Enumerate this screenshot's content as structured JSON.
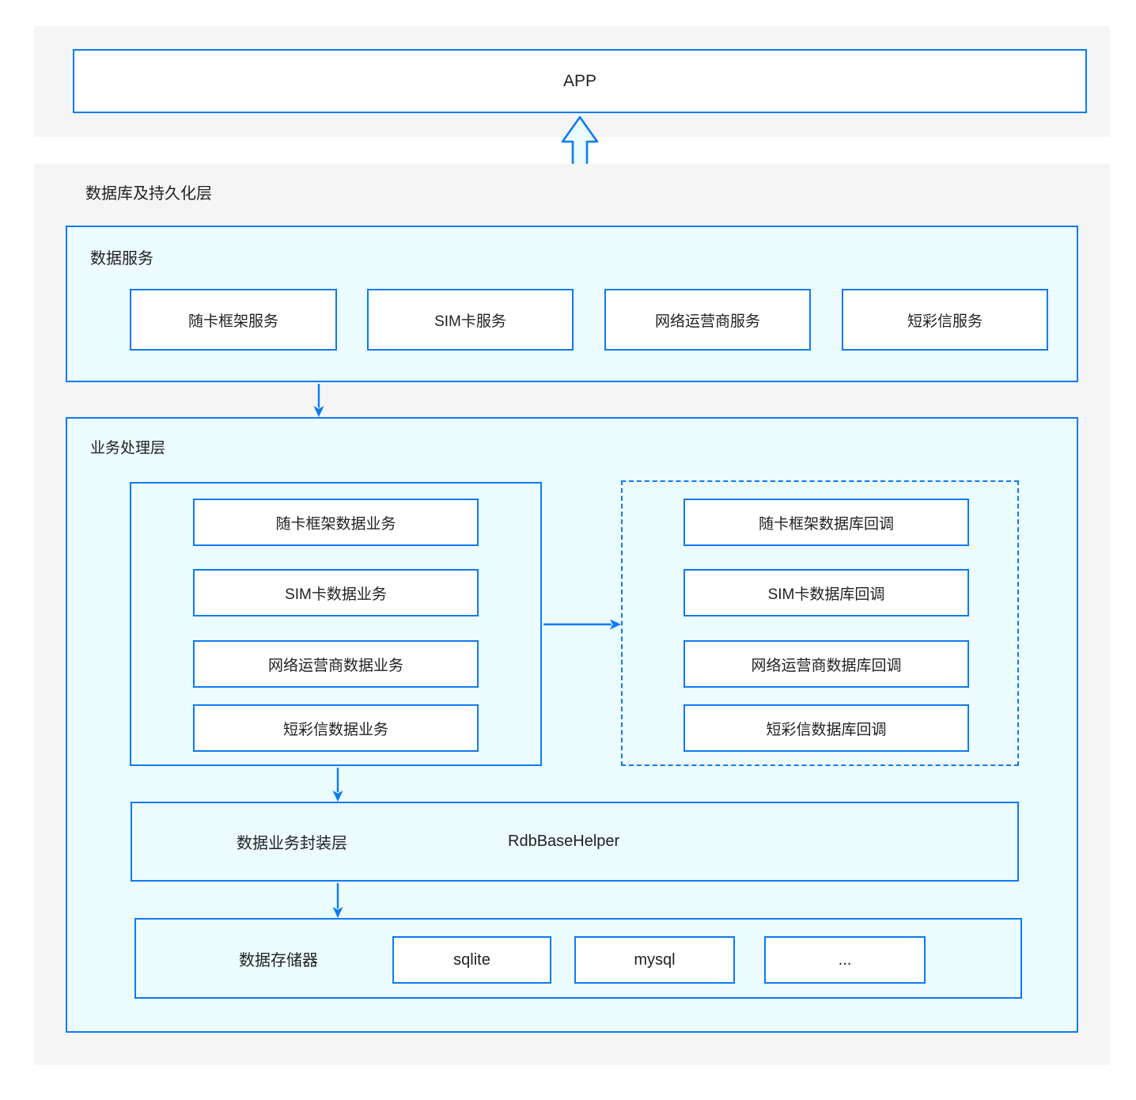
{
  "colors": {
    "accent_blue": "#0c7bf2",
    "container_cyan": "#ecfbfe",
    "panel_gray": "#f5f5f6",
    "node_white": "#ffffff",
    "text_dark": "#222222"
  },
  "app_box": {
    "label": "APP"
  },
  "persistence_section": {
    "title": "数据库及持久化层"
  },
  "data_service_section": {
    "title": "数据服务",
    "services": [
      {
        "label": "随卡框架服务"
      },
      {
        "label": "SIM卡服务"
      },
      {
        "label": "网络运营商服务"
      },
      {
        "label": "短彩信服务"
      }
    ]
  },
  "business_section": {
    "title": "业务处理层",
    "data_business_group": {
      "items": [
        {
          "label": "随卡框架数据业务"
        },
        {
          "label": "SIM卡数据业务"
        },
        {
          "label": "网络运营商数据业务"
        },
        {
          "label": "短彩信数据业务"
        }
      ]
    },
    "callback_group": {
      "items": [
        {
          "label": "随卡框架数据库回调"
        },
        {
          "label": "SIM卡数据库回调"
        },
        {
          "label": "网络运营商数据库回调"
        },
        {
          "label": "短彩信数据库回调"
        }
      ]
    },
    "wrapper_layer": {
      "label": "数据业务封装层",
      "class_name": "RdbBaseHelper"
    },
    "storage_layer": {
      "label": "数据存储器",
      "engines": [
        {
          "label": "sqlite"
        },
        {
          "label": "mysql"
        },
        {
          "label": "..."
        }
      ]
    }
  }
}
